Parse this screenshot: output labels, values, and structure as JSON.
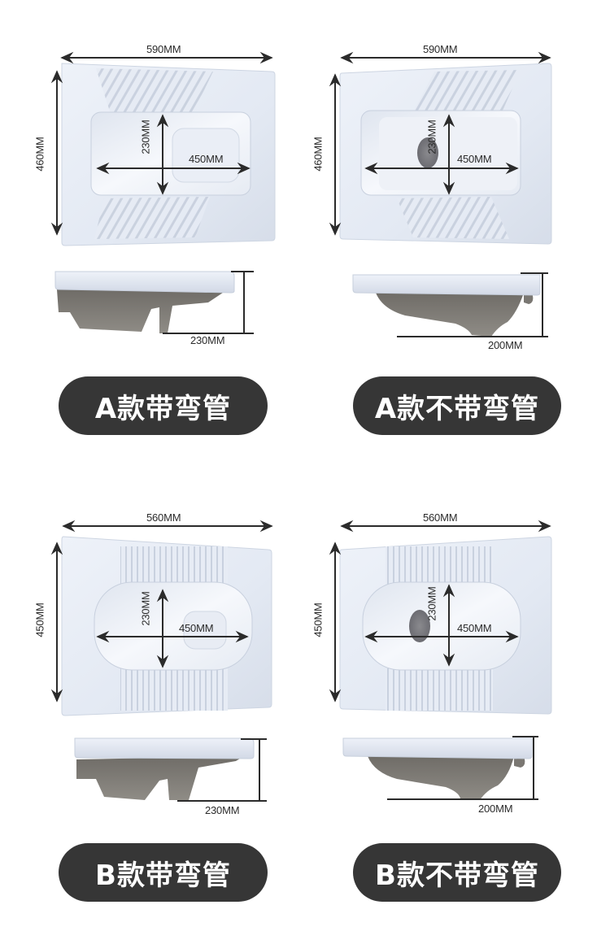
{
  "colors": {
    "background": "#ffffff",
    "ceramic_top": "#e8edf6",
    "ceramic_edge": "#c9d2e0",
    "ceramic_underside": "#7d7a74",
    "dimension_line": "#2b2b2b",
    "pill_bg": "#363636",
    "pill_text": "#ffffff"
  },
  "products": [
    {
      "id": "A-with-trap",
      "label": "A款带弯管",
      "top_view": {
        "width": "590MM",
        "depth": "460MM",
        "bowl_width": "230MM",
        "bowl_length": "450MM",
        "drain_hole": false,
        "tread": "diagonal"
      },
      "side_view": {
        "height": "230MM",
        "trap": true
      }
    },
    {
      "id": "A-without-trap",
      "label": "A款不带弯管",
      "top_view": {
        "width": "590MM",
        "depth": "460MM",
        "bowl_width": "230MM",
        "bowl_length": "450MM",
        "drain_hole": true,
        "tread": "diagonal"
      },
      "side_view": {
        "height": "200MM",
        "trap": false
      }
    },
    {
      "id": "B-with-trap",
      "label": "B款带弯管",
      "top_view": {
        "width": "560MM",
        "depth": "450MM",
        "bowl_width": "230MM",
        "bowl_length": "450MM",
        "drain_hole": false,
        "tread": "vertical"
      },
      "side_view": {
        "height": "230MM",
        "trap": true
      }
    },
    {
      "id": "B-without-trap",
      "label": "B款不带弯管",
      "top_view": {
        "width": "560MM",
        "depth": "450MM",
        "bowl_width": "230MM",
        "bowl_length": "450MM",
        "drain_hole": true,
        "tread": "vertical"
      },
      "side_view": {
        "height": "200MM",
        "trap": false
      }
    }
  ],
  "icons": {
    "dimension_arrow": "double-headed-arrow"
  }
}
